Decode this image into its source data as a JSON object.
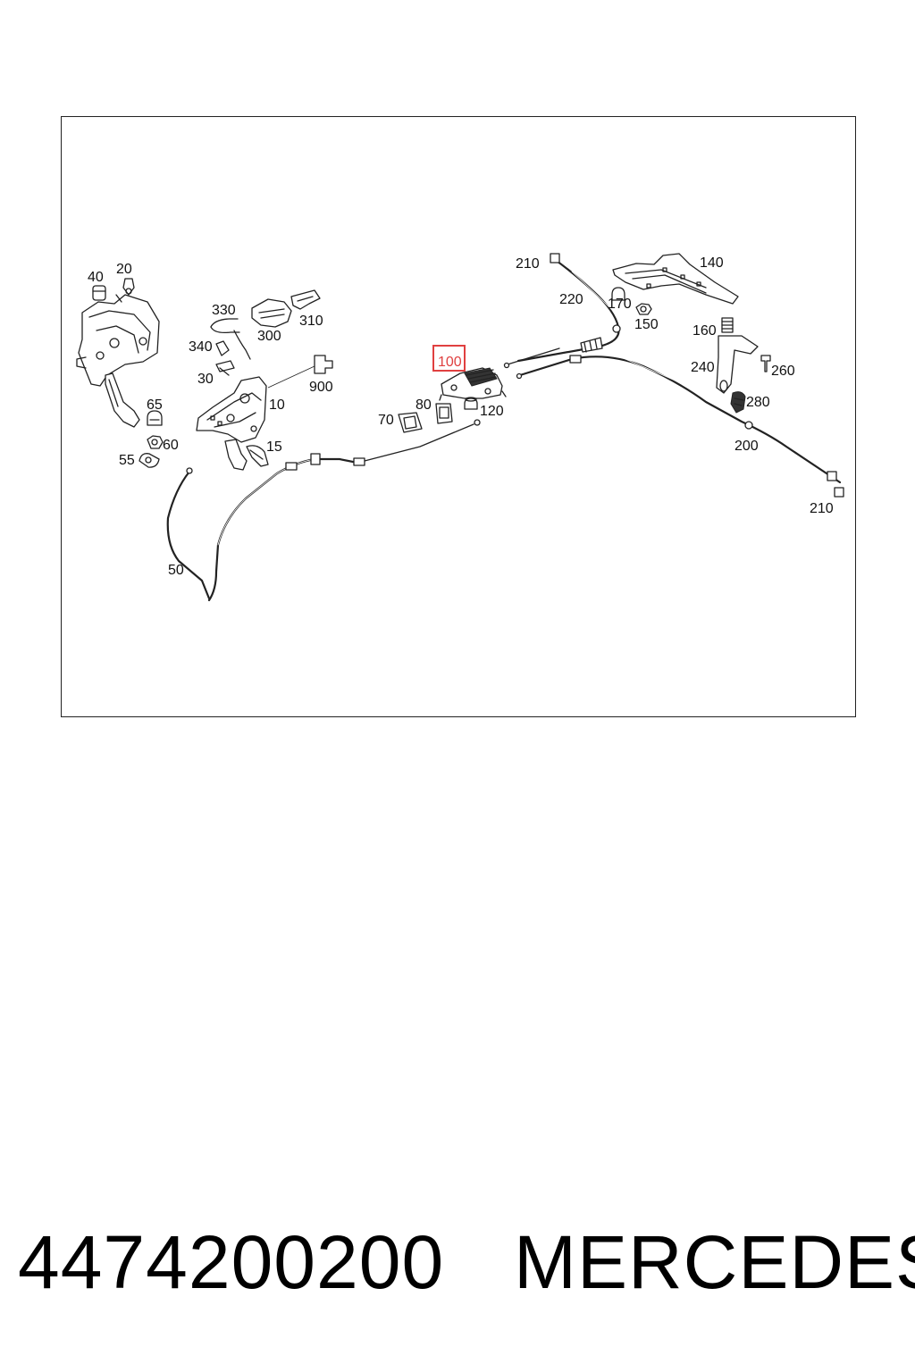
{
  "callouts": [
    {
      "id": "c-40",
      "label": "40"
    },
    {
      "id": "c-20",
      "label": "20"
    },
    {
      "id": "c-330",
      "label": "330"
    },
    {
      "id": "c-310",
      "label": "310"
    },
    {
      "id": "c-300",
      "label": "300"
    },
    {
      "id": "c-340",
      "label": "340"
    },
    {
      "id": "c-30",
      "label": "30"
    },
    {
      "id": "c-900",
      "label": "900"
    },
    {
      "id": "c-10",
      "label": "10"
    },
    {
      "id": "c-65",
      "label": "65"
    },
    {
      "id": "c-60",
      "label": "60"
    },
    {
      "id": "c-55",
      "label": "55"
    },
    {
      "id": "c-15",
      "label": "15"
    },
    {
      "id": "c-50",
      "label": "50"
    },
    {
      "id": "c-100",
      "label": "100",
      "highlighted": true
    },
    {
      "id": "c-80",
      "label": "80"
    },
    {
      "id": "c-70",
      "label": "70"
    },
    {
      "id": "c-120",
      "label": "120"
    },
    {
      "id": "c-210a",
      "label": "210"
    },
    {
      "id": "c-220",
      "label": "220"
    },
    {
      "id": "c-170",
      "label": "170"
    },
    {
      "id": "c-150",
      "label": "150"
    },
    {
      "id": "c-140",
      "label": "140"
    },
    {
      "id": "c-160",
      "label": "160"
    },
    {
      "id": "c-240",
      "label": "240"
    },
    {
      "id": "c-260",
      "label": "260"
    },
    {
      "id": "c-280",
      "label": "280"
    },
    {
      "id": "c-200",
      "label": "200"
    },
    {
      "id": "c-210b",
      "label": "210"
    }
  ],
  "highlight_color": "#e04040",
  "footer": {
    "part_number": "4474200200",
    "brand": "MERCEDES"
  }
}
